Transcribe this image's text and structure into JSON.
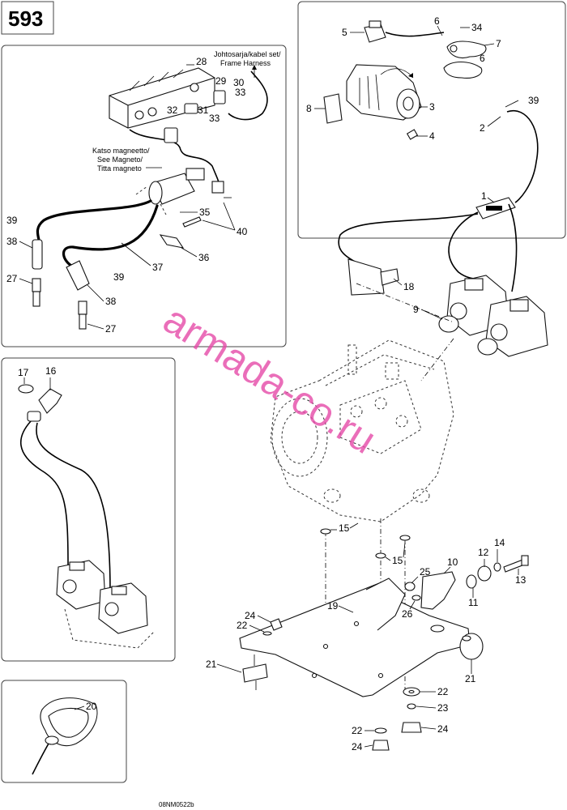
{
  "page_number": "593",
  "drawing_code": "08NM0522b",
  "watermark": "armada-co.ru",
  "notes": {
    "frame_harness": [
      "Johtosarja/kabel set/",
      "Frame Harness"
    ],
    "see_magneto": [
      "Katso magneetto/",
      "See Magneto/",
      "Titta magneto"
    ]
  },
  "callouts": {
    "c1": "1",
    "c2": "2",
    "c3": "3",
    "c4": "4",
    "c5": "5",
    "c6a": "6",
    "c6b": "6",
    "c7": "7",
    "c8": "8",
    "c9": "9",
    "c10": "10",
    "c11": "11",
    "c12": "12",
    "c13": "13",
    "c14": "14",
    "c15a": "15",
    "c15b": "15",
    "c16": "16",
    "c17": "17",
    "c18": "18",
    "c19": "19",
    "c20": "20",
    "c21a": "21",
    "c21b": "21",
    "c22a": "22",
    "c22b": "22",
    "c22c": "22",
    "c23": "23",
    "c24a": "24",
    "c24b": "24",
    "c24c": "24",
    "c25": "25",
    "c26": "26",
    "c27a": "27",
    "c27b": "27",
    "c28": "28",
    "c29": "29",
    "c30": "30",
    "c31": "31",
    "c32": "32",
    "c33a": "33",
    "c33b": "33",
    "c34": "34",
    "c35": "35",
    "c36": "36",
    "c37": "37",
    "c38a": "38",
    "c38b": "38",
    "c39a": "39",
    "c39b": "39",
    "c39c": "39",
    "c40": "40"
  }
}
